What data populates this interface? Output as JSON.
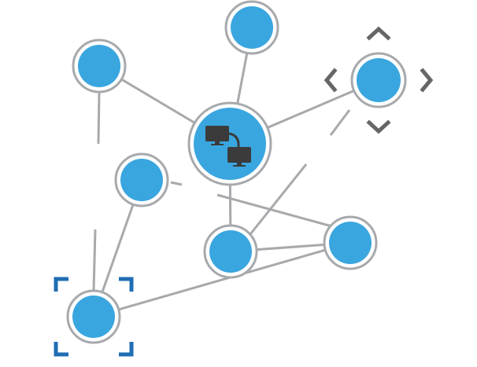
{
  "colors": {
    "node_fill": "#3aa6df",
    "node_ring": "#a7a9ac",
    "edge": "#a7a9ac",
    "background": "#ffffff",
    "selection_bracket": "#1f6db4",
    "arrow": "#666666",
    "monitor": "#3b3b3b"
  },
  "nodes": [
    {
      "id": "hub",
      "icon": "network-computers-icon"
    },
    {
      "id": "top"
    },
    {
      "id": "top-left"
    },
    {
      "id": "right-controlled",
      "controls": "move-arrows"
    },
    {
      "id": "mid-left"
    },
    {
      "id": "lower-center"
    },
    {
      "id": "lower-right"
    },
    {
      "id": "bottom-left",
      "controls": "selection-brackets"
    }
  ],
  "edges": [
    [
      "hub",
      "top"
    ],
    [
      "hub",
      "top-left"
    ],
    [
      "hub",
      "right-controlled"
    ],
    [
      "hub",
      "lower-center"
    ],
    [
      "mid-left",
      "bottom-left"
    ],
    [
      "lower-center",
      "lower-right"
    ],
    [
      "lower-right",
      "bottom-left"
    ]
  ],
  "partial_edges": 6
}
